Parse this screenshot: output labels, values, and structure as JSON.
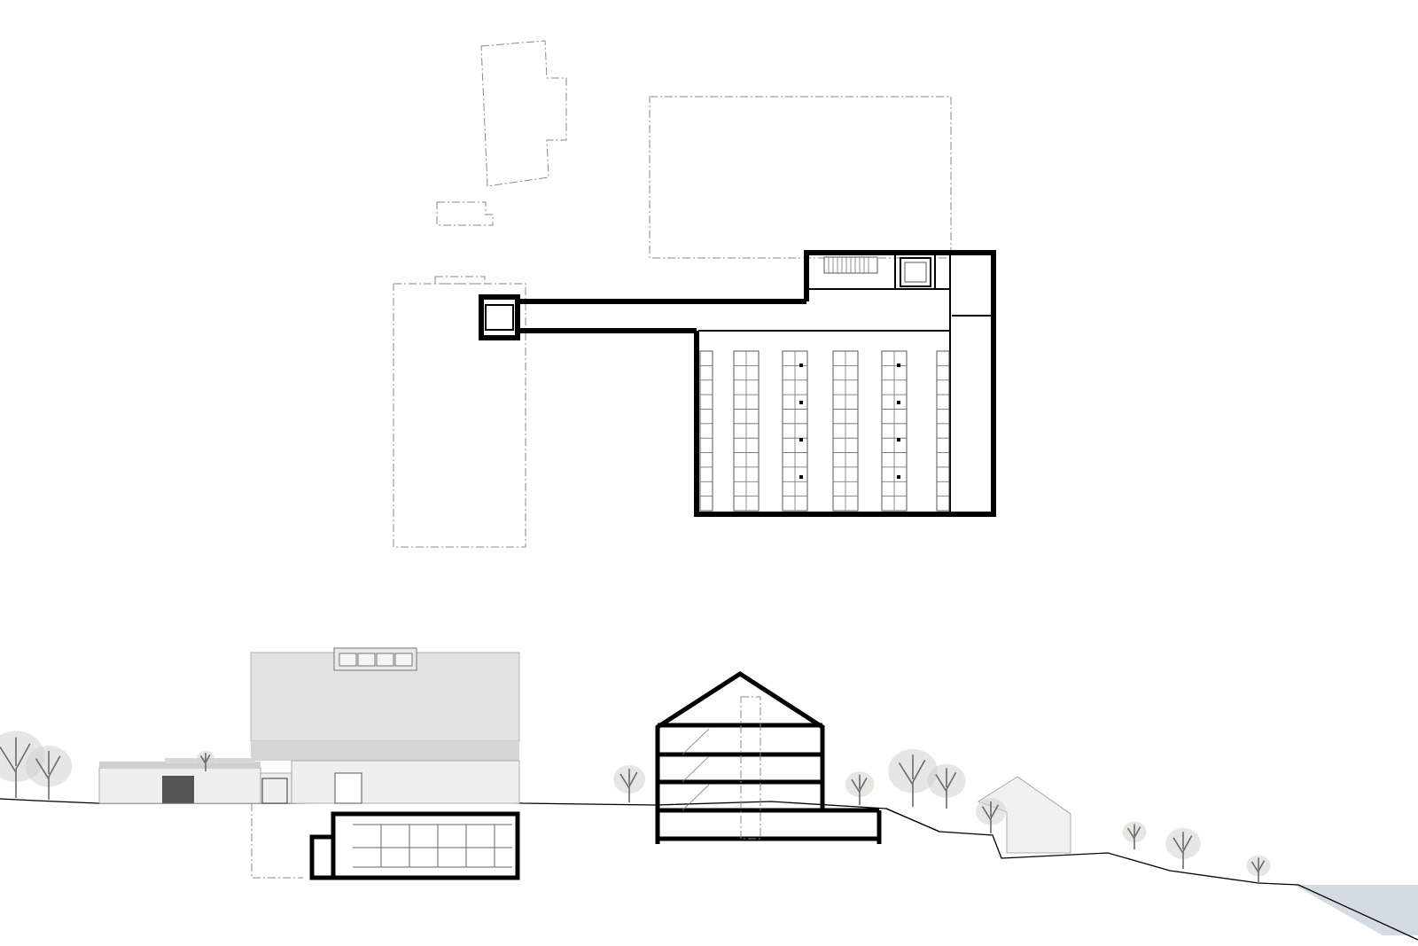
{
  "drawing": {
    "views": [
      "basement-floor-plan",
      "site-section"
    ],
    "colors": {
      "wall": "#000000",
      "ghost_outline": "#8a8a8a",
      "facade": "#e6e6e6",
      "tree": "#cfd3cc",
      "water": "#d5dbe3"
    },
    "archive": {
      "shelf_columns": 6,
      "shelf_rows": 11
    }
  }
}
